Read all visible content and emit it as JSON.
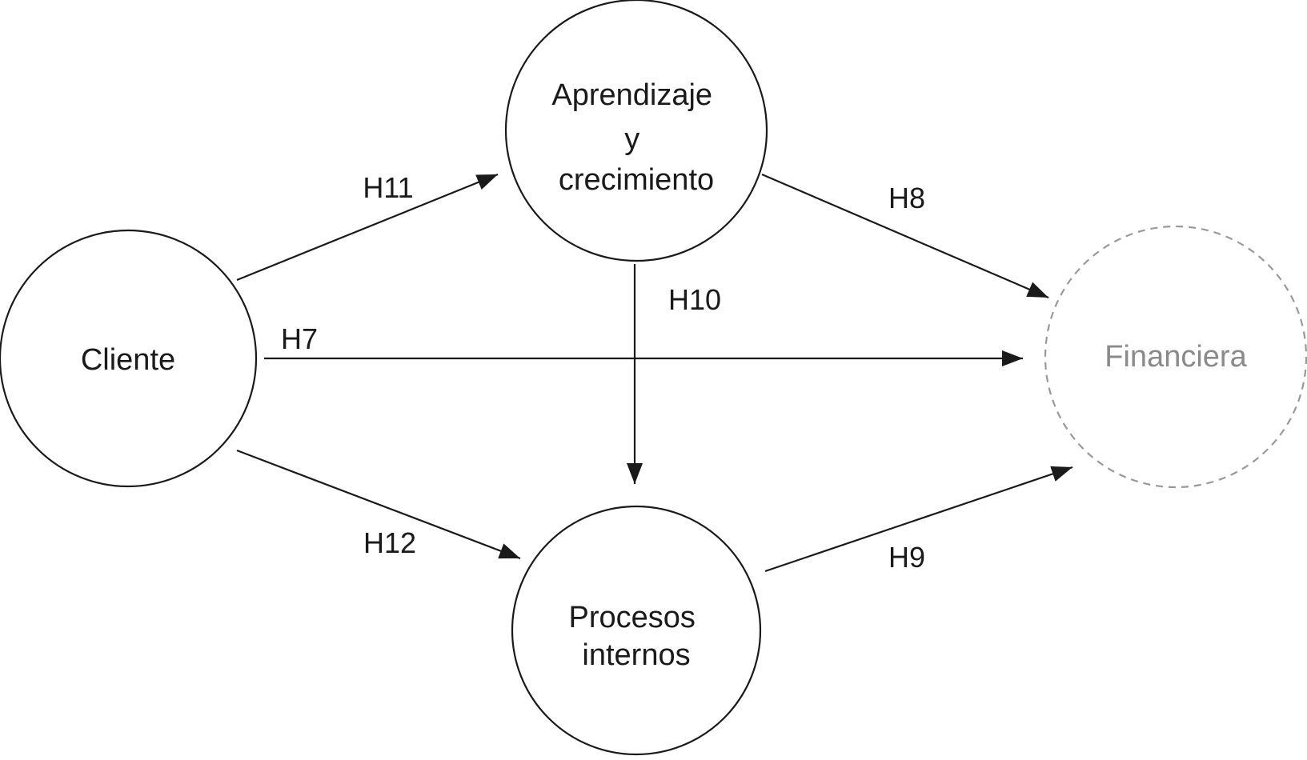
{
  "nodes": {
    "cliente": {
      "label": "Cliente"
    },
    "aprendizaje": {
      "lines": [
        "Aprendizaje",
        "y",
        "crecimiento"
      ]
    },
    "procesos": {
      "lines": [
        "Procesos",
        "internos"
      ]
    },
    "financiera": {
      "label": "Financiera"
    }
  },
  "edges": {
    "h7": "H7",
    "h8": "H8",
    "h9": "H9",
    "h10": "H10",
    "h11": "H11",
    "h12": "H12"
  },
  "colors": {
    "stroke": "#1a1a1a",
    "muted": "#999999"
  }
}
